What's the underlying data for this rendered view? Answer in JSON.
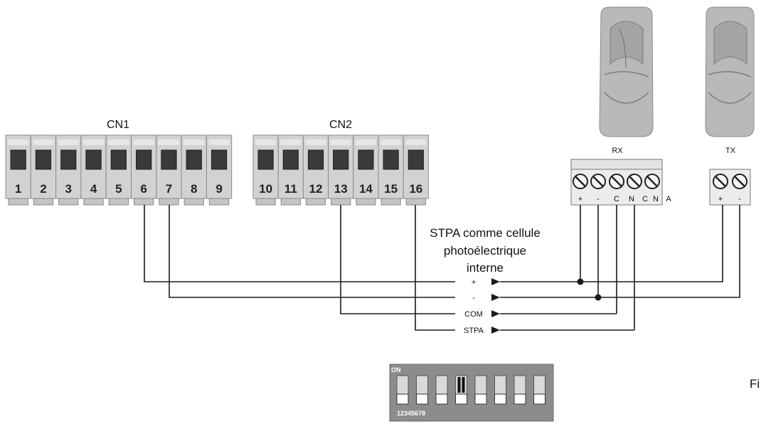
{
  "cn1": {
    "label": "CN1",
    "terminals": [
      "1",
      "2",
      "3",
      "4",
      "5",
      "6",
      "7",
      "8",
      "9"
    ]
  },
  "cn2": {
    "label": "CN2",
    "terminals": [
      "10",
      "11",
      "12",
      "13",
      "14",
      "15",
      "16"
    ]
  },
  "rx": {
    "label": "RX",
    "pins": [
      "+",
      "-",
      "C",
      "N",
      "C",
      "N",
      "A"
    ]
  },
  "tx": {
    "label": "TX",
    "pins": [
      "+",
      "-"
    ]
  },
  "note": {
    "line1": "STPA comme cellule",
    "line2": "photoélectrique",
    "line3": "interne"
  },
  "signals": {
    "plus": "+",
    "minus": "-",
    "com": "COM",
    "stpa": "STPA"
  },
  "dip": {
    "on_label": "ON",
    "numbers": "12345678",
    "active_switch": 4
  },
  "figure_label": "Fi",
  "colors": {
    "terminal_body": "#d2d2d2",
    "terminal_window": "#3a3a3a",
    "dip_body": "#8c8c8c",
    "wire": "#1a1a1a"
  }
}
